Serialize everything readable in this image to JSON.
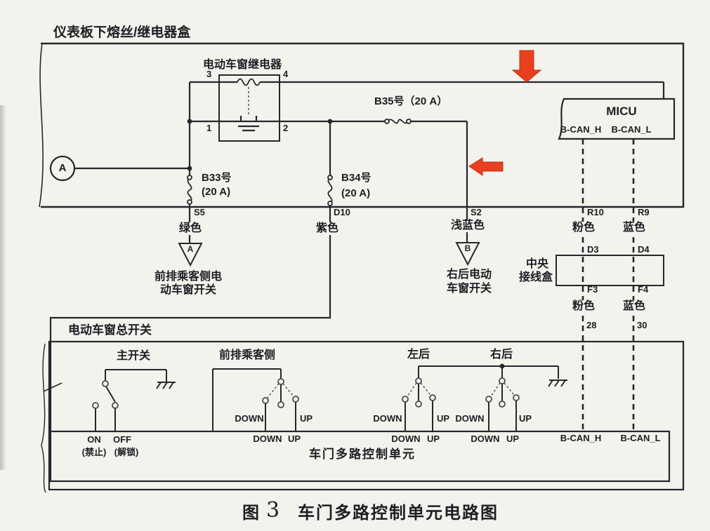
{
  "top_box": {
    "label": "仪表板下熔丝/继电器盒"
  },
  "relay": {
    "label": "电动车窗继电器",
    "pin3": "3",
    "pin4": "4",
    "pin1": "1",
    "pin2": "2"
  },
  "circle_connector": {
    "letter": "A"
  },
  "fuses": {
    "b33": {
      "name": "B33号",
      "amp": "(20 A)"
    },
    "b34": {
      "name": "B34号",
      "amp": "(20 A)"
    },
    "b35": {
      "label": "B35号（20 A）"
    }
  },
  "branches": {
    "s5": {
      "pin": "S5",
      "color": "绿色",
      "triangle": "A",
      "dest1": "前排乘客侧电",
      "dest2": "动车窗开关"
    },
    "d10": {
      "pin": "D10",
      "color": "紫色"
    },
    "s2": {
      "pin": "S2",
      "color": "浅蓝色",
      "triangle": "B",
      "dest1": "右后电动",
      "dest2": "车窗开关"
    }
  },
  "micu": {
    "label": "MICU",
    "can_h": "B-CAN_H",
    "can_l": "B-CAN_L"
  },
  "can_column": {
    "r10": "R10",
    "r9": "R9",
    "pink_top": "粉色",
    "blue_top": "蓝色",
    "d3": "D3",
    "d4": "D4",
    "junction_box_line1": "中央",
    "junction_box_line2": "接线盒",
    "f3": "F3",
    "f4": "F4",
    "pink_bottom": "粉色",
    "blue_bottom": "蓝色",
    "pin28": "28",
    "pin30": "30",
    "can_h": "B-CAN_H",
    "can_l": "B-CAN_L"
  },
  "master_box": {
    "label": "电动车窗总开关"
  },
  "switches": {
    "main": {
      "label": "主开关",
      "on": "ON",
      "on_sub": "(禁止)",
      "off": "OFF",
      "off_sub": "(解锁)"
    },
    "passenger": {
      "label": "前排乘客侧",
      "down_top": "DOWN",
      "up_top": "UP",
      "down_bottom": "DOWN",
      "up_bottom": "UP"
    },
    "left_rear": {
      "label": "左后",
      "down_top": "DOWN",
      "up_top": "UP",
      "down_bottom": "DOWN",
      "up_bottom": "UP"
    },
    "right_rear": {
      "label": "右后",
      "down_top": "DOWN",
      "up_top": "UP",
      "down_bottom": "DOWN",
      "up_bottom": "UP"
    }
  },
  "control_unit": {
    "label": "车门多路控制单元"
  },
  "caption": {
    "fig": "图",
    "num": "3",
    "title": "车门多路控制单元电路图"
  },
  "colors": {
    "ink": "#26262d",
    "red": "#e8401f",
    "paper": "#f3f2ec"
  }
}
